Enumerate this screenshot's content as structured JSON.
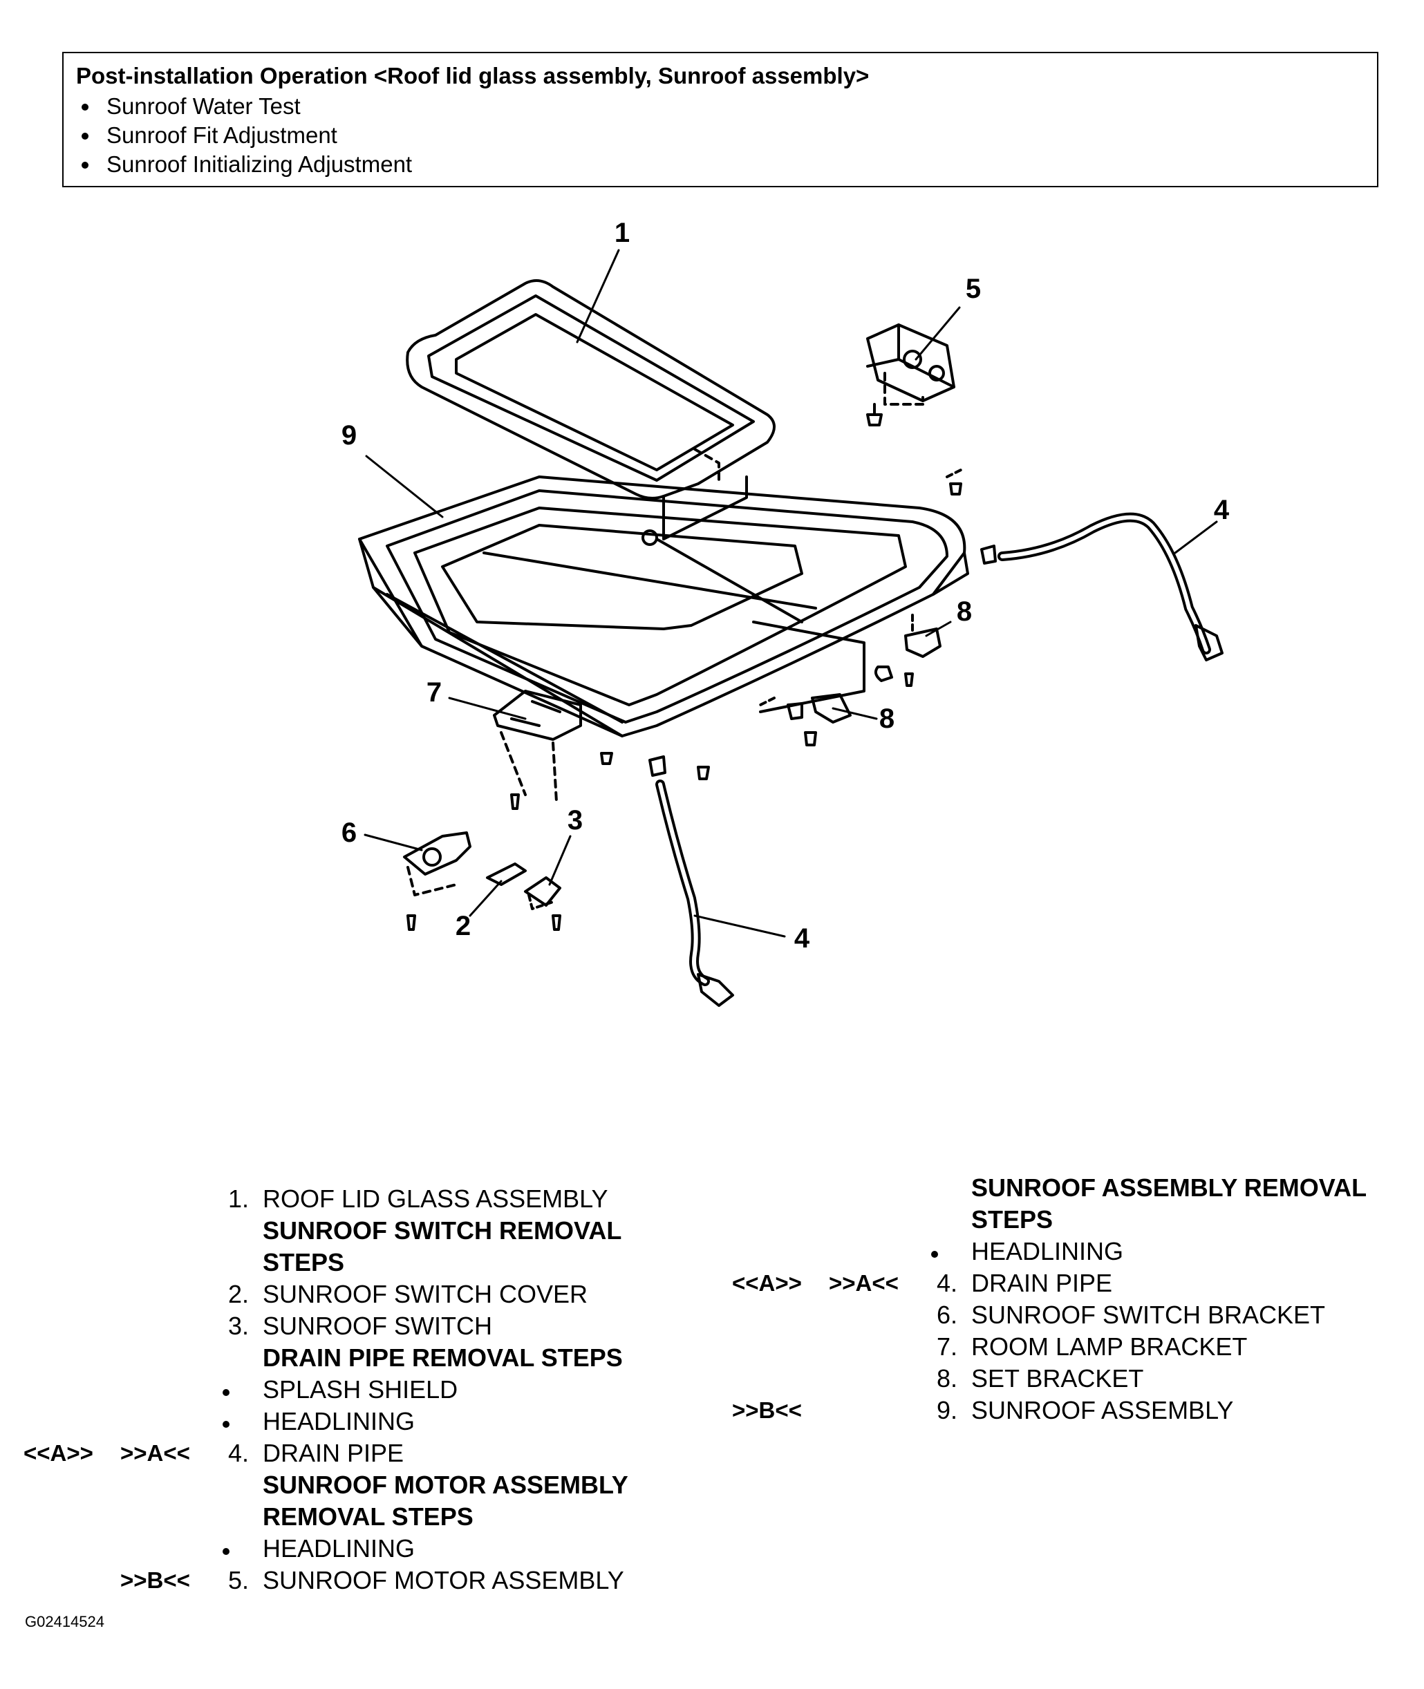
{
  "notice": {
    "title": "Post-installation Operation <Roof lid glass assembly, Sunroof assembly>",
    "items": [
      "Sunroof Water Test",
      "Sunroof Fit Adjustment",
      "Sunroof Initializing Adjustment"
    ]
  },
  "callouts": {
    "c1": "1",
    "c2": "2",
    "c3": "3",
    "c4a": "4",
    "c4b": "4",
    "c5": "5",
    "c6": "6",
    "c7": "7",
    "c8a": "8",
    "c8b": "8",
    "c9": "9"
  },
  "legend_left": {
    "n1": "1.",
    "t1": "ROOF LID GLASS ASSEMBLY",
    "h_switch": "SUNROOF SWITCH REMOVAL STEPS",
    "n2": "2.",
    "t2": "SUNROOF SWITCH COVER",
    "n3": "3.",
    "t3": "SUNROOF SWITCH",
    "h_drain": "DRAIN PIPE REMOVAL STEPS",
    "t_splash": "SPLASH SHIELD",
    "t_head1": "HEADLINING",
    "tagA1": "<<A>>",
    "tagA2": ">>A<<",
    "n4": "4.",
    "t4": "DRAIN PIPE",
    "h_motor": "SUNROOF MOTOR ASSEMBLY REMOVAL STEPS",
    "t_head2": "HEADLINING",
    "tagB": ">>B<<",
    "n5": "5.",
    "t5": "SUNROOF MOTOR ASSEMBLY"
  },
  "legend_right": {
    "h_assy": "SUNROOF ASSEMBLY REMOVAL STEPS",
    "t_head": "HEADLINING",
    "tagA1": "<<A>>",
    "tagA2": ">>A<<",
    "n4": "4.",
    "t4": "DRAIN PIPE",
    "n6": "6.",
    "t6": "SUNROOF SWITCH BRACKET",
    "n7": "7.",
    "t7": "ROOM LAMP BRACKET",
    "n8": "8.",
    "t8": "SET BRACKET",
    "tagB": ">>B<<",
    "n9": "9.",
    "t9": "SUNROOF ASSEMBLY"
  },
  "figure_code": "G02414524"
}
